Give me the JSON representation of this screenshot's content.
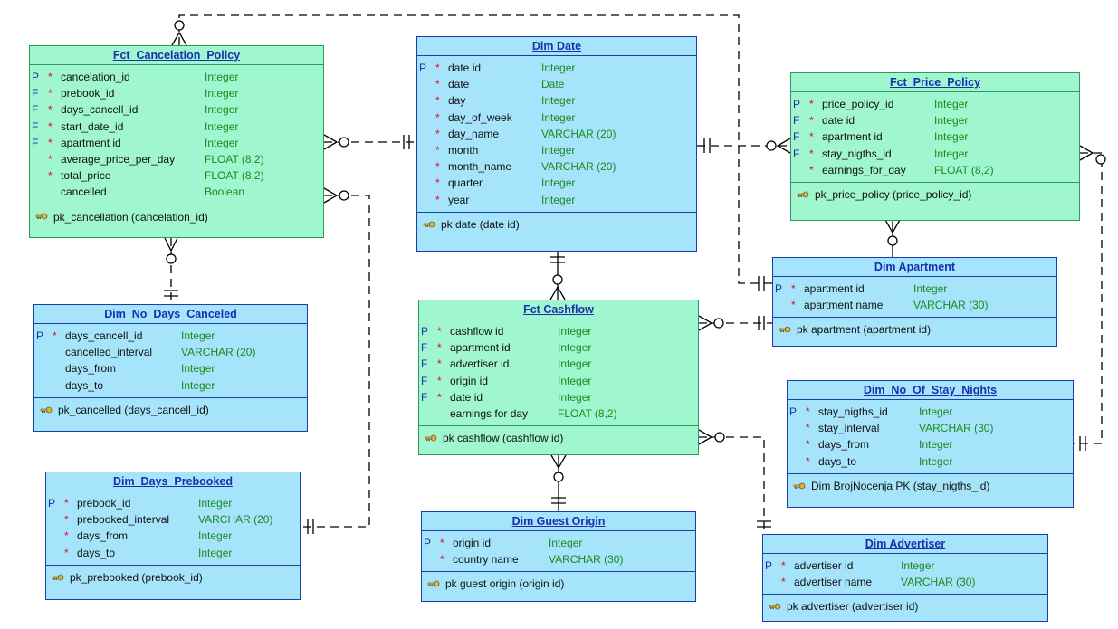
{
  "entities": [
    {
      "id": "fct-cancelation-policy",
      "kind": "fact",
      "title": "Fct_Cancelation_Policy",
      "columns": [
        {
          "key": "P",
          "req": "*",
          "name": "cancelation_id",
          "type": "Integer"
        },
        {
          "key": "F",
          "req": "*",
          "name": "prebook_id",
          "type": "Integer"
        },
        {
          "key": "F",
          "req": "*",
          "name": "days_cancell_id",
          "type": "Integer"
        },
        {
          "key": "F",
          "req": "*",
          "name": "start_date_id",
          "type": "Integer"
        },
        {
          "key": "F",
          "req": "*",
          "name": "apartment id",
          "type": "Integer"
        },
        {
          "key": "",
          "req": "*",
          "name": "average_price_per_day",
          "type": "FLOAT (8,2)"
        },
        {
          "key": "",
          "req": "*",
          "name": "total_price",
          "type": "FLOAT (8,2)"
        },
        {
          "key": "",
          "req": "",
          "name": "cancelled",
          "type": "Boolean"
        }
      ],
      "pk": "pk_cancellation (cancelation_id)"
    },
    {
      "id": "dim-date",
      "kind": "dim",
      "title": "Dim Date",
      "columns": [
        {
          "key": "P",
          "req": "*",
          "name": "date id",
          "type": "Integer"
        },
        {
          "key": "",
          "req": "*",
          "name": "date",
          "type": "Date"
        },
        {
          "key": "",
          "req": "*",
          "name": "day",
          "type": "Integer"
        },
        {
          "key": "",
          "req": "*",
          "name": "day_of_week",
          "type": "Integer"
        },
        {
          "key": "",
          "req": "*",
          "name": "day_name",
          "type": "VARCHAR (20)"
        },
        {
          "key": "",
          "req": "*",
          "name": "month",
          "type": "Integer"
        },
        {
          "key": "",
          "req": "*",
          "name": "month_name",
          "type": "VARCHAR (20)"
        },
        {
          "key": "",
          "req": "*",
          "name": "quarter",
          "type": "Integer"
        },
        {
          "key": "",
          "req": "*",
          "name": "year",
          "type": "Integer"
        }
      ],
      "pk": "pk date (date id)"
    },
    {
      "id": "fct-price-policy",
      "kind": "fact",
      "title": "Fct_Price_Policy",
      "columns": [
        {
          "key": "P",
          "req": "*",
          "name": "price_policy_id",
          "type": "Integer"
        },
        {
          "key": "F",
          "req": "*",
          "name": "date id",
          "type": "Integer"
        },
        {
          "key": "F",
          "req": "*",
          "name": "apartment id",
          "type": "Integer"
        },
        {
          "key": "F",
          "req": "*",
          "name": "stay_nigths_id",
          "type": "Integer"
        },
        {
          "key": "",
          "req": "*",
          "name": "earnings_for_day",
          "type": "FLOAT (8,2)"
        }
      ],
      "pk": "pk_price_policy (price_policy_id)"
    },
    {
      "id": "dim-apartment",
      "kind": "dim",
      "title": "Dim Apartment",
      "columns": [
        {
          "key": "P",
          "req": "*",
          "name": "apartment id",
          "type": "Integer"
        },
        {
          "key": "",
          "req": "*",
          "name": "apartment name",
          "type": "VARCHAR (30)"
        }
      ],
      "pk": "pk apartment (apartment id)"
    },
    {
      "id": "dim-no-days-canceled",
      "kind": "dim",
      "title": "Dim_No_Days_Canceled",
      "columns": [
        {
          "key": "P",
          "req": "*",
          "name": "days_cancell_id",
          "type": "Integer"
        },
        {
          "key": "",
          "req": "",
          "name": "cancelled_interval",
          "type": "VARCHAR (20)"
        },
        {
          "key": "",
          "req": "",
          "name": "days_from",
          "type": "Integer"
        },
        {
          "key": "",
          "req": "",
          "name": "days_to",
          "type": "Integer"
        }
      ],
      "pk": "pk_cancelled (days_cancell_id)"
    },
    {
      "id": "fct-cashflow",
      "kind": "fact",
      "title": "Fct Cashflow",
      "columns": [
        {
          "key": "P",
          "req": "*",
          "name": "cashflow id",
          "type": "Integer"
        },
        {
          "key": "F",
          "req": "*",
          "name": "apartment id",
          "type": "Integer"
        },
        {
          "key": "F",
          "req": "*",
          "name": "advertiser id",
          "type": "Integer"
        },
        {
          "key": "F",
          "req": "*",
          "name": "origin id",
          "type": "Integer"
        },
        {
          "key": "F",
          "req": "*",
          "name": "date id",
          "type": "Integer"
        },
        {
          "key": "",
          "req": "",
          "name": "earnings for day",
          "type": "FLOAT (8,2)"
        }
      ],
      "pk": "pk cashflow (cashflow id)"
    },
    {
      "id": "dim-no-of-stay-nights",
      "kind": "dim",
      "title": "Dim_No_Of_Stay_Nights",
      "columns": [
        {
          "key": "P",
          "req": "*",
          "name": "stay_nigths_id",
          "type": "Integer"
        },
        {
          "key": "",
          "req": "*",
          "name": "stay_interval",
          "type": "VARCHAR (30)"
        },
        {
          "key": "",
          "req": "*",
          "name": "days_from",
          "type": "Integer"
        },
        {
          "key": "",
          "req": "*",
          "name": "days_to",
          "type": "Integer"
        }
      ],
      "pk": "Dim BrojNocenja PK (stay_nigths_id)"
    },
    {
      "id": "dim-days-prebooked",
      "kind": "dim",
      "title": "Dim_Days_Prebooked",
      "columns": [
        {
          "key": "P",
          "req": "*",
          "name": "prebook_id",
          "type": "Integer"
        },
        {
          "key": "",
          "req": "*",
          "name": "prebooked_interval",
          "type": "VARCHAR (20)"
        },
        {
          "key": "",
          "req": "*",
          "name": "days_from",
          "type": "Integer"
        },
        {
          "key": "",
          "req": "*",
          "name": "days_to",
          "type": "Integer"
        }
      ],
      "pk": "pk_prebooked (prebook_id)"
    },
    {
      "id": "dim-guest-origin",
      "kind": "dim",
      "title": "Dim Guest Origin",
      "columns": [
        {
          "key": "P",
          "req": "*",
          "name": "origin id",
          "type": "Integer"
        },
        {
          "key": "",
          "req": "*",
          "name": "country name",
          "type": "VARCHAR (30)"
        }
      ],
      "pk": "pk guest origin (origin id)"
    },
    {
      "id": "dim-advertiser",
      "kind": "dim",
      "title": "Dim Advertiser",
      "columns": [
        {
          "key": "P",
          "req": "*",
          "name": "advertiser id",
          "type": "Integer"
        },
        {
          "key": "",
          "req": "*",
          "name": "advertiser name",
          "type": "VARCHAR (30)"
        }
      ],
      "pk": "pk advertiser (advertiser id)"
    }
  ],
  "relationships": [
    {
      "from": "fct-cancelation-policy",
      "to": "dim-date"
    },
    {
      "from": "fct-cancelation-policy",
      "to": "dim-days-prebooked"
    },
    {
      "from": "fct-cancelation-policy",
      "to": "dim-no-days-canceled"
    },
    {
      "from": "fct-cancelation-policy",
      "to": "dim-apartment"
    },
    {
      "from": "fct-price-policy",
      "to": "dim-date"
    },
    {
      "from": "fct-price-policy",
      "to": "dim-apartment"
    },
    {
      "from": "fct-price-policy",
      "to": "dim-no-of-stay-nights"
    },
    {
      "from": "fct-cashflow",
      "to": "dim-date"
    },
    {
      "from": "fct-cashflow",
      "to": "dim-apartment"
    },
    {
      "from": "fct-cashflow",
      "to": "dim-guest-origin"
    },
    {
      "from": "fct-cashflow",
      "to": "dim-advertiser"
    }
  ],
  "colors": {
    "fact_fill": "#9ff6cf",
    "dim_fill": "#a6e4fb",
    "title_text": "#1a2fae",
    "type_text": "#1b8a1b",
    "required_mark": "#e01010"
  }
}
